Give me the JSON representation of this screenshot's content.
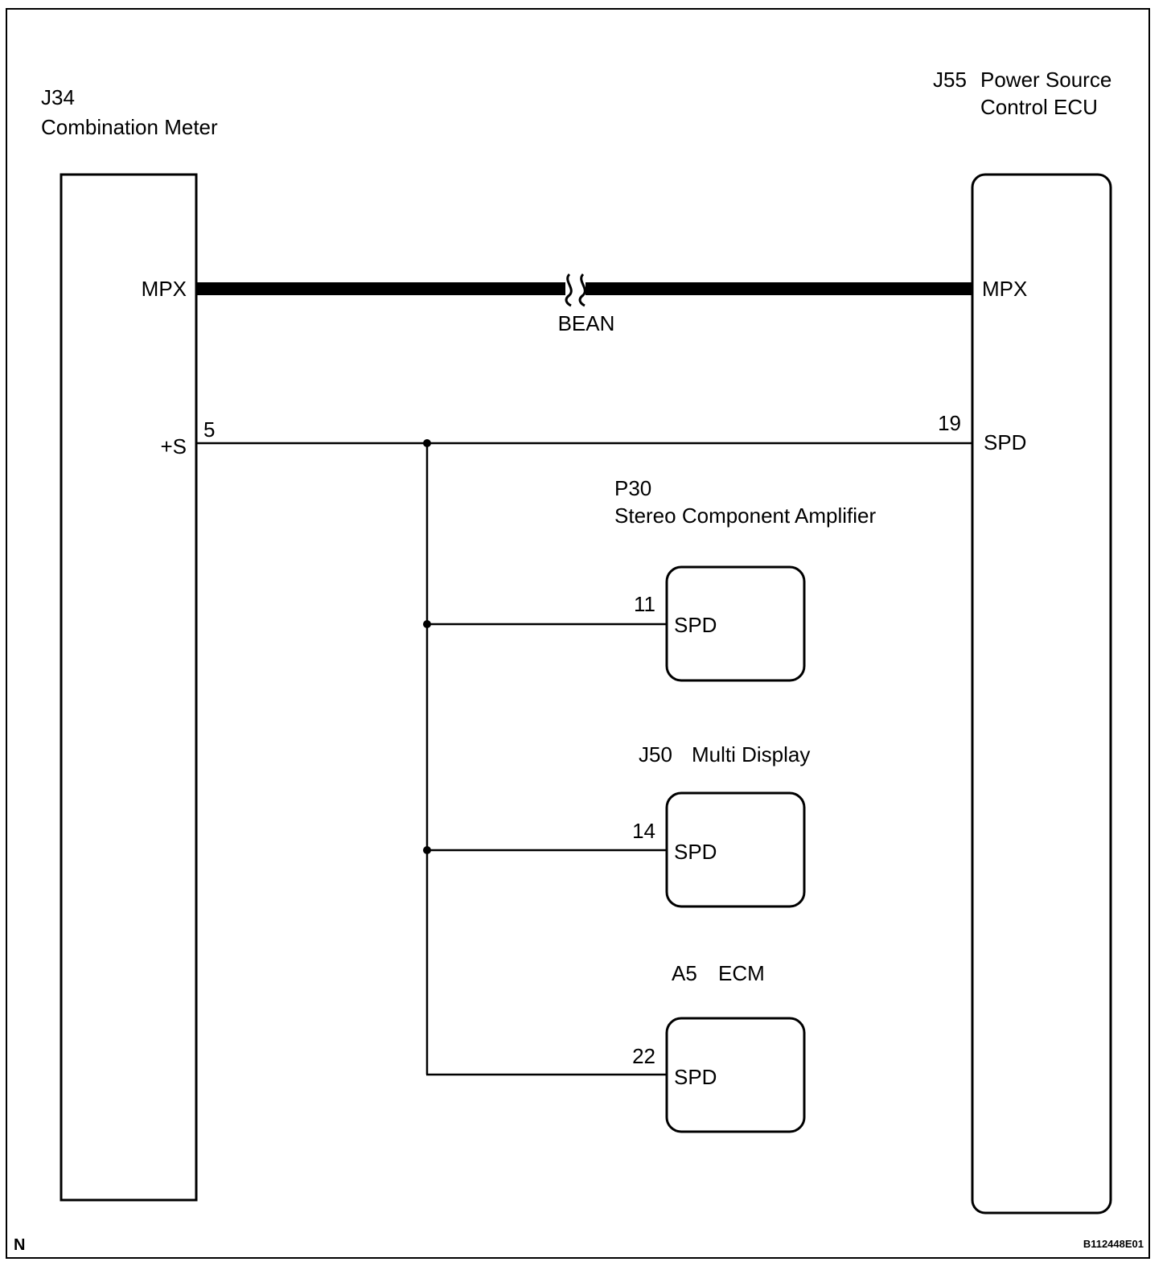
{
  "components": {
    "j34": {
      "code": "J34",
      "name": "Combination Meter"
    },
    "j55": {
      "code": "J55",
      "name_line1": "Power Source",
      "name_line2": "Control ECU"
    },
    "p30": {
      "code": "P30",
      "name": "Stereo Component Amplifier"
    },
    "j50": {
      "code": "J50",
      "name": "Multi Display"
    },
    "a5": {
      "code": "A5",
      "name": "ECM"
    }
  },
  "pins": {
    "j34_mpx": "MPX",
    "j55_mpx": "MPX",
    "j34_s": "+S",
    "j34_s_num": "5",
    "j55_spd": "SPD",
    "j55_spd_num": "19",
    "p30_spd": "SPD",
    "p30_spd_num": "11",
    "j50_spd": "SPD",
    "j50_spd_num": "14",
    "a5_spd": "SPD",
    "a5_spd_num": "22"
  },
  "bus_label": "BEAN",
  "corner_letter": "N",
  "figure_code": "B112448E01"
}
